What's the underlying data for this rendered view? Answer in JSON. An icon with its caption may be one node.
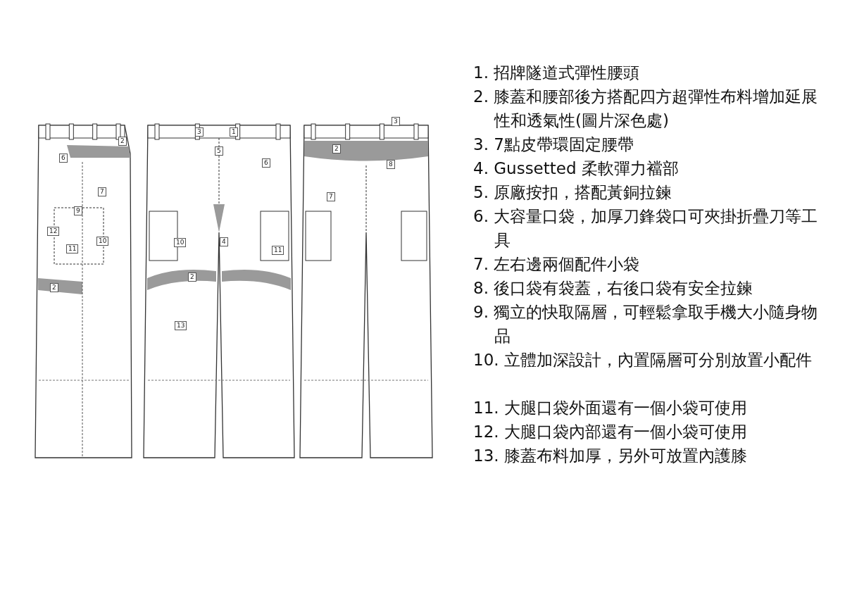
{
  "diagram": {
    "labels": [
      "2",
      "6",
      "7",
      "9",
      "12",
      "10",
      "11",
      "2",
      "3",
      "1",
      "5",
      "6",
      "10",
      "4",
      "11",
      "2",
      "13",
      "3",
      "2",
      "8",
      "7",
      "1. 招牌隧道式彈性腰頭",
      "2. 膝蓋和腰部後方搭配四方超彈性布料增加延展性和透氣性(圖片深色處)",
      "3. 7點皮帶環固定腰帶",
      "4. Gussetted 柔軟彈力襠部",
      "5. 原廠按扣，搭配黃銅拉鍊",
      "6. 大容量口袋，加厚刀鋒袋口可夾掛折疊刀等工具",
      "7. 左右邊兩個配件小袋",
      "8. 後口袋有袋蓋，右後口袋有安全拉鍊",
      "9. 獨立的快取隔層，可輕鬆拿取手機大小隨身物品",
      "10. 立體加深設計，內置隔層可分別放置小配件",
      "11. 大腿口袋外面還有一個小袋可使用",
      "12. 大腿口袋內部還有一個小袋可使用",
      "13. 膝蓋布料加厚，另外可放置內護膝"
    ]
  }
}
